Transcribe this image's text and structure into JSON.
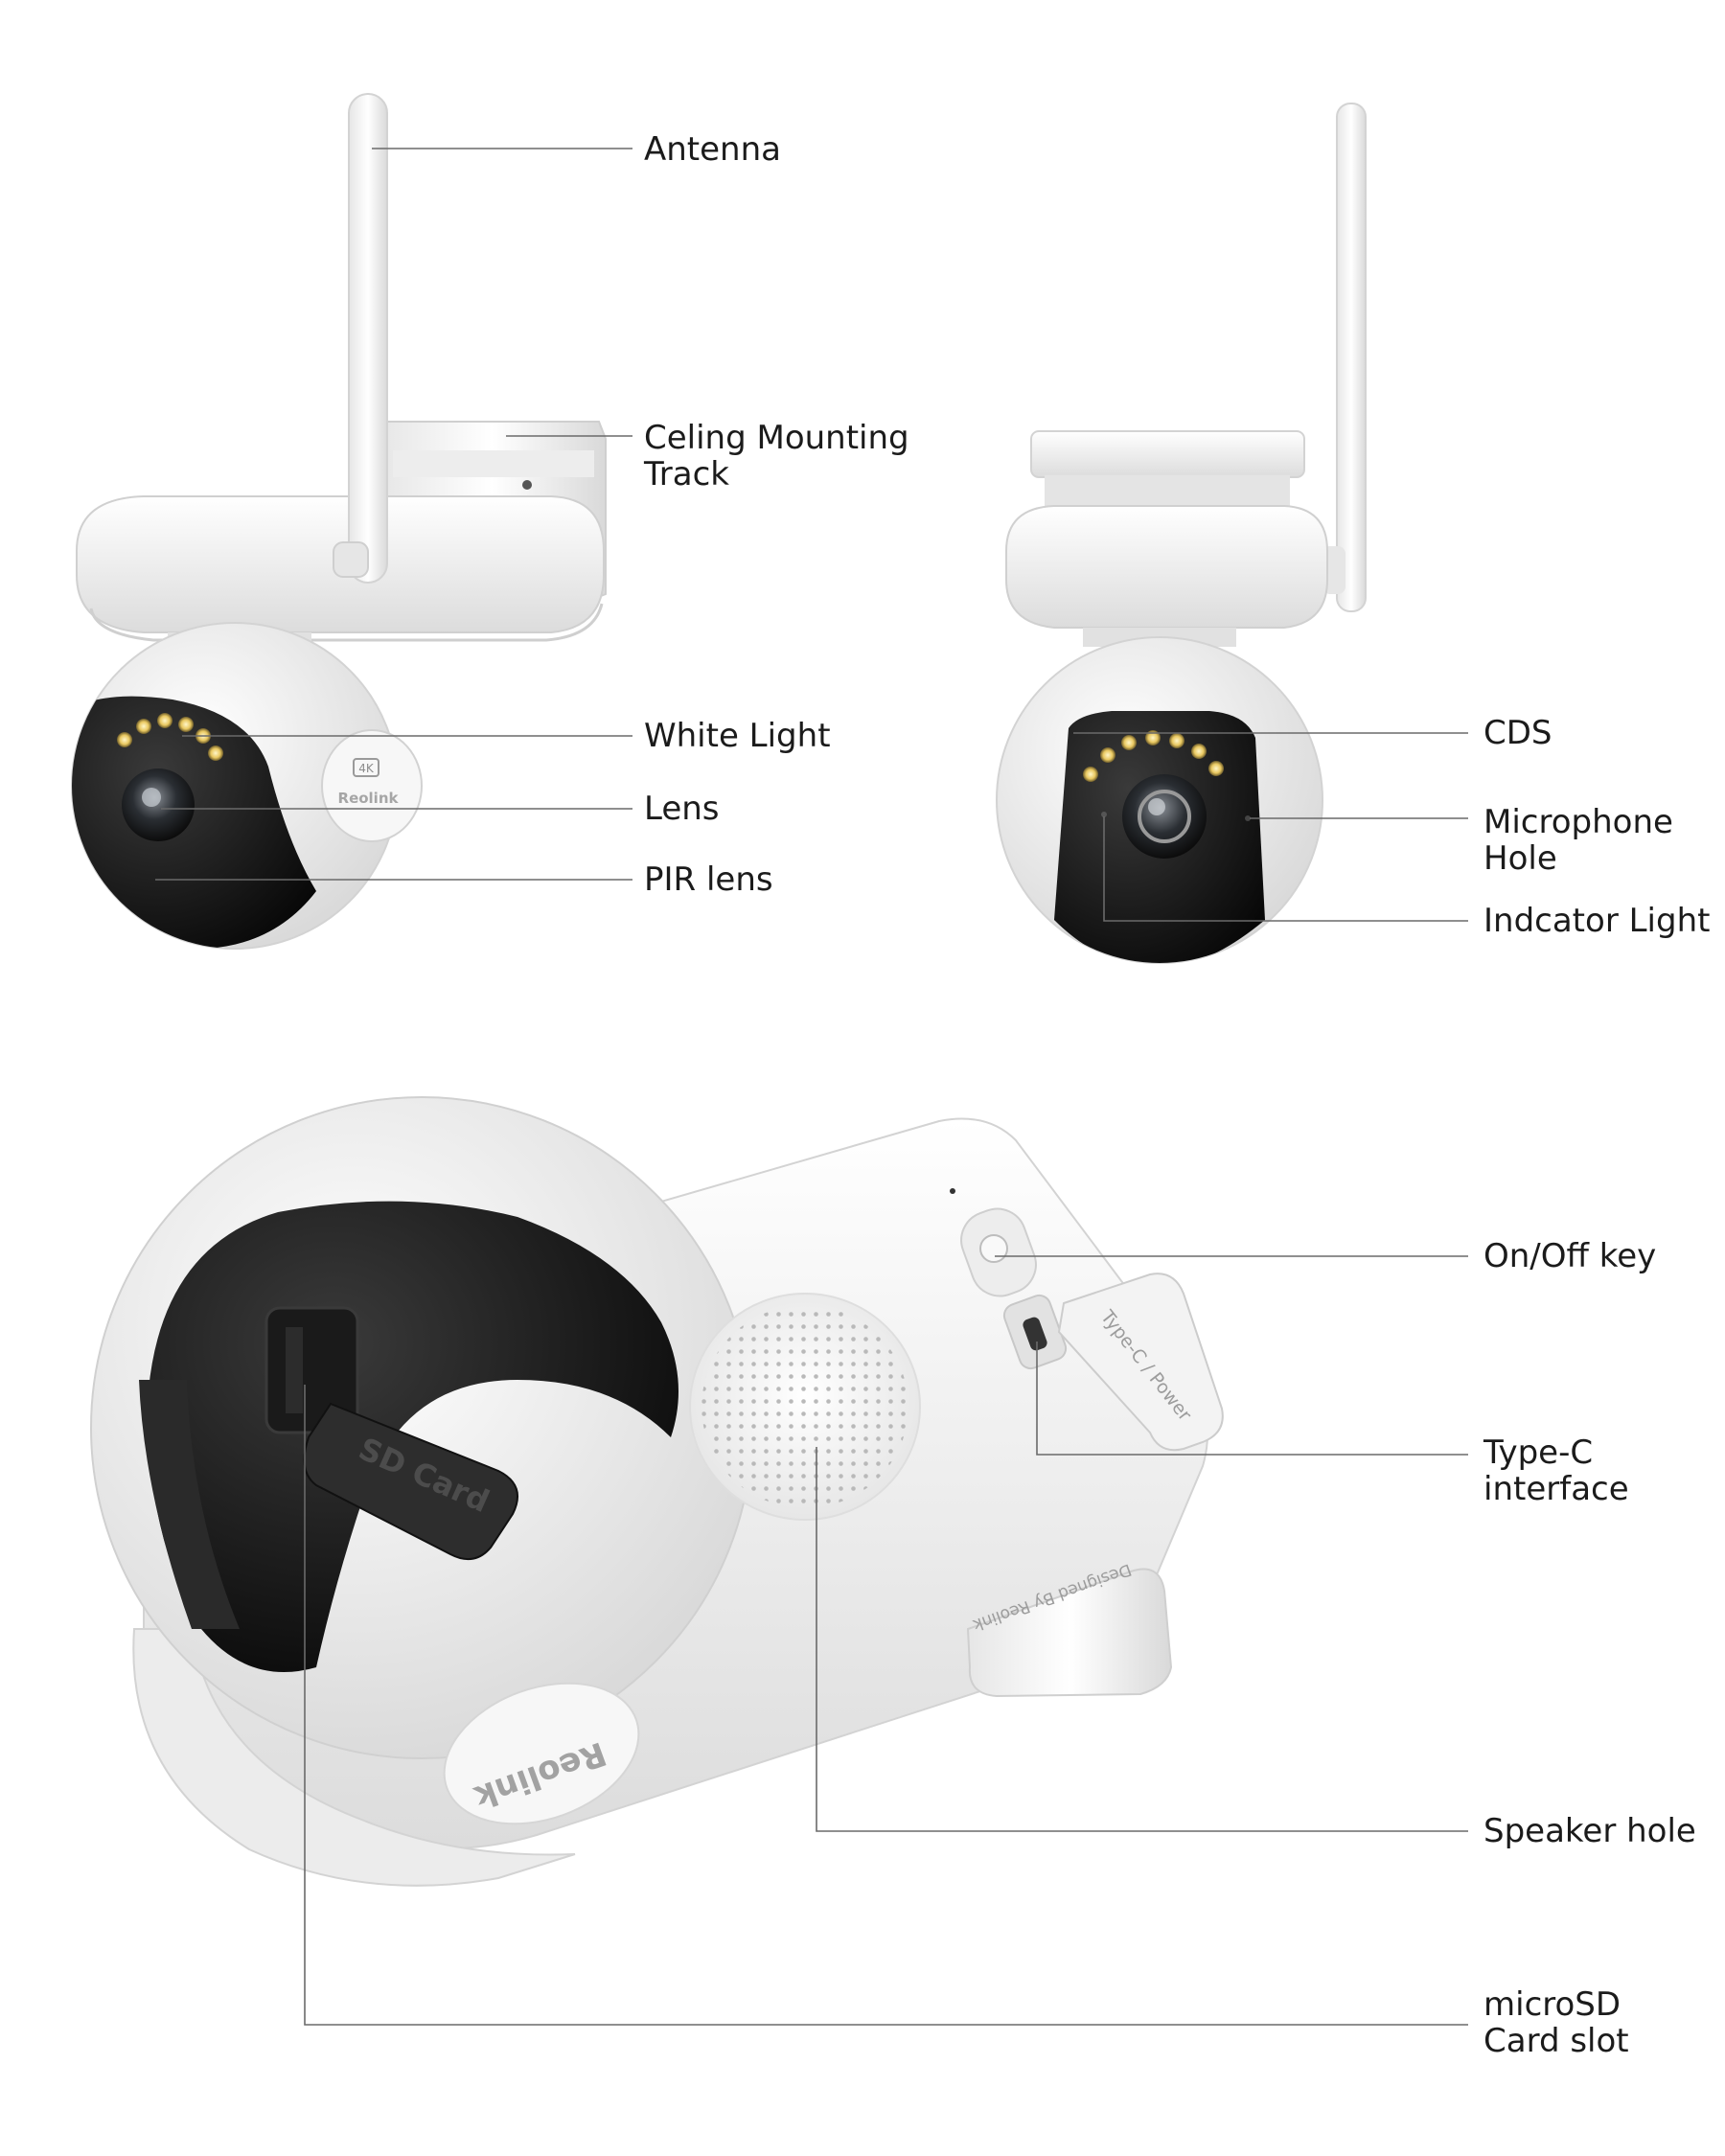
{
  "labels": {
    "antenna": "Antenna",
    "ceiling_track_1": "Celing Mounting",
    "ceiling_track_2": "Track",
    "white_light": "White Light",
    "lens": "Lens",
    "pir_lens": "PIR lens",
    "cds": "CDS",
    "microphone_1": "Microphone",
    "microphone_2": "Hole",
    "indicator_light": "Indcator Light",
    "on_off_key": "On/Off key",
    "type_c_1": "Type-C",
    "type_c_2": "interface",
    "speaker_hole": "Speaker hole",
    "microsd_1": "microSD",
    "microsd_2": "Card slot"
  },
  "device_text": {
    "badge_4k": "4K",
    "brand": "Reolink",
    "sd_cover": "SD Card",
    "usb_cover": "Type-C / Power",
    "designed_by": "Designed By Reolink"
  },
  "colors": {
    "body_white": "#f2f2f2",
    "dome_black": "#141414",
    "leader_line": "#6a6a6a",
    "text": "#1b1b1b"
  }
}
